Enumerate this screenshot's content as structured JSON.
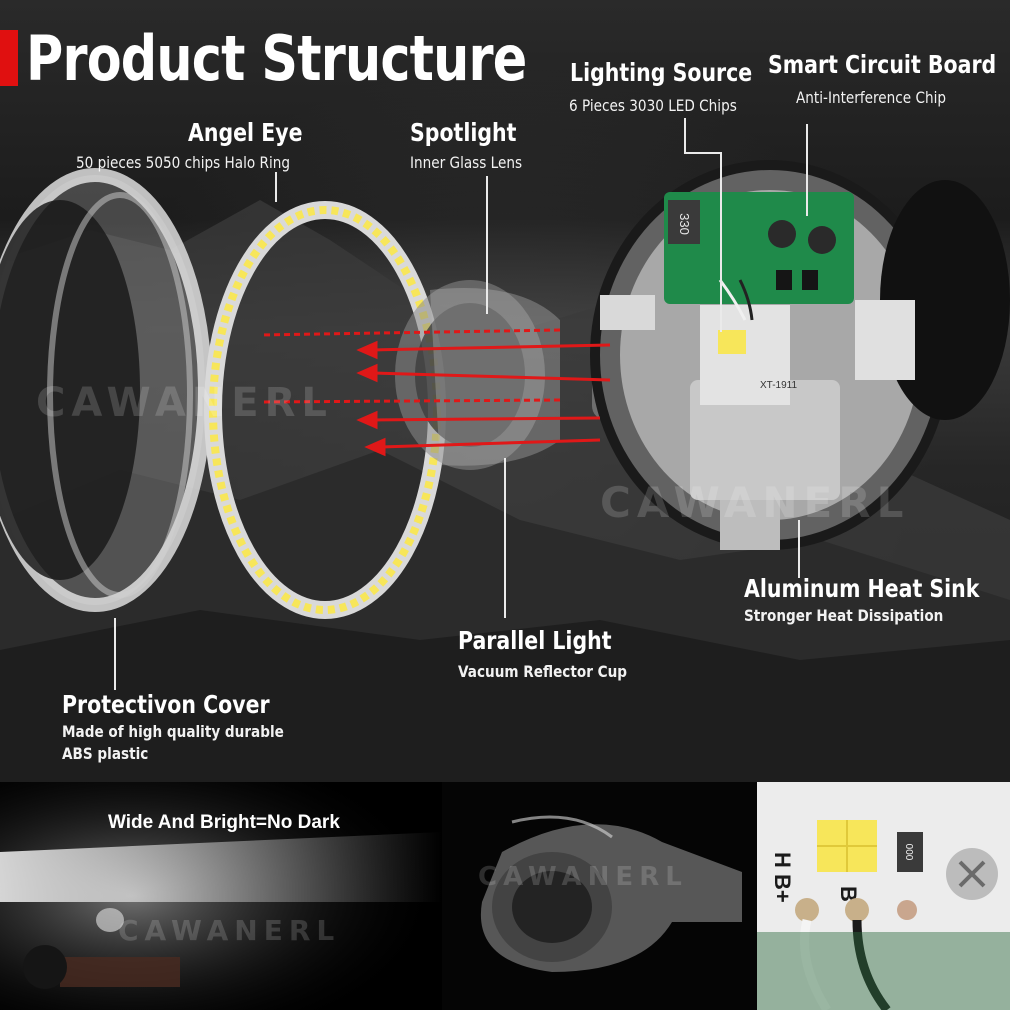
{
  "header": {
    "title": "Product Structure",
    "accent_color": "#e01010"
  },
  "labels": {
    "angel_eye": {
      "title": "Angel Eye",
      "subtitle": "50 pieces 5050 chips Halo Ring"
    },
    "spotlight": {
      "title": "Spotlight",
      "subtitle": "Inner Glass Lens"
    },
    "lighting_source": {
      "title": "Lighting Source",
      "subtitle": "6 Pieces 3030 LED Chips"
    },
    "smart_circuit_board": {
      "title": "Smart Circuit Board",
      "subtitle": "Anti-Interference Chip"
    },
    "aluminum_heat_sink": {
      "title": "Aluminum Heat Sink",
      "subtitle": "Stronger Heat Dissipation"
    },
    "parallel_light": {
      "title": "Parallel Light",
      "subtitle": "Vacuum Reflector Cup"
    },
    "protection_cover": {
      "title": "Protectivon Cover",
      "subtitle_line1": "Made of high quality durable",
      "subtitle_line2": "ABS plastic"
    }
  },
  "watermark": "CAWANERL",
  "board_markings": {
    "component": "330",
    "pcb_code": "XT-1911",
    "pins": "H B+ B"
  },
  "bottom_panels": {
    "beam": {
      "caption": "Wide And Bright=No Dark"
    },
    "chip_markings": {
      "pin_hb": "H B+",
      "pin_b": "B",
      "resistor": "000"
    }
  },
  "colors": {
    "arrow_red": "#e01818",
    "led_yellow": "#f7e65a",
    "pcb_green": "#1f8a4a"
  }
}
